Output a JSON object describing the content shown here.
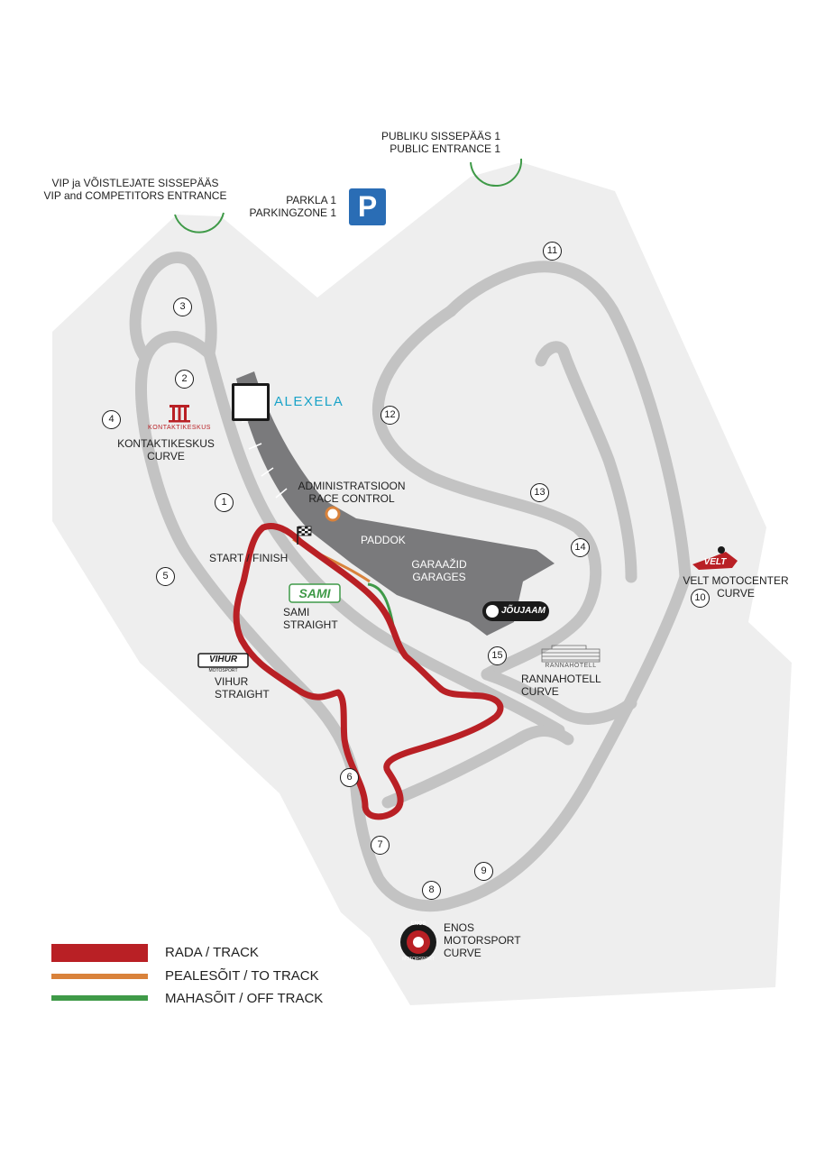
{
  "entrances": {
    "vip_et": "VIP ja VÕISTLEJATE SISSEPÄÄS",
    "vip_en": "VIP and COMPETITORS ENTRANCE",
    "public_et": "PUBLIKU SISSEPÄÄS 1",
    "public_en": "PUBLIC ENTRANCE 1"
  },
  "parking": {
    "label_et": "PARKLA 1",
    "label_en": "PARKINGZONE 1",
    "sign": "P",
    "sign_color": "#2a6db5"
  },
  "fuel": {
    "brand": "ALEXELA",
    "icon": "fuel-pump-icon",
    "brand_color": "#1aa3c8"
  },
  "buildings": {
    "race_control_et": "ADMINISTRATSIOON",
    "race_control_en": "RACE CONTROL",
    "paddock": "PADDOK",
    "garages_et": "GARAAŽID",
    "garages_en": "GARAGES",
    "garage_sponsor": "JÕUJAAM"
  },
  "corners": [
    {
      "id": "1",
      "label": "1"
    },
    {
      "id": "2",
      "label": "2"
    },
    {
      "id": "3",
      "label": "3"
    },
    {
      "id": "4",
      "label": "4"
    },
    {
      "id": "5",
      "label": "5"
    },
    {
      "id": "6",
      "label": "6"
    },
    {
      "id": "7",
      "label": "7"
    },
    {
      "id": "8",
      "label": "8"
    },
    {
      "id": "9",
      "label": "9"
    },
    {
      "id": "10",
      "label": "10"
    },
    {
      "id": "11",
      "label": "11"
    },
    {
      "id": "12",
      "label": "12"
    },
    {
      "id": "13",
      "label": "13"
    },
    {
      "id": "14",
      "label": "14"
    },
    {
      "id": "15",
      "label": "15"
    }
  ],
  "named_sections": {
    "kontaktikeskus_logo": "KONTAKTIKESKUS",
    "kontaktikeskus_1": "KONTAKTIKESKUS",
    "kontaktikeskus_2": "CURVE",
    "start_finish": "START / FINISH",
    "sami_logo": "SAMI",
    "sami_1": "SAMI",
    "sami_2": "STRAIGHT",
    "vihur_logo": "VIHUR",
    "vihur_logo_sub": "MOTOSPORT",
    "vihur_1": "VIHUR",
    "vihur_2": "STRAIGHT",
    "rannahotell_logo": "RANNAHOTELL",
    "rannahotell_1": "RANNAHOTELL",
    "rannahotell_2": "CURVE",
    "velt_logo": "VELT",
    "velt_1": "VELT MOTOCENTER",
    "velt_2": "CURVE",
    "enos_logo": "ENOS",
    "enos_logo_sub": "MOTORSPORT",
    "enos_1": "ENOS",
    "enos_2": "MOTORSPORT",
    "enos_3": "CURVE"
  },
  "legend": [
    {
      "label": "RADA / TRACK",
      "color": "#b92025"
    },
    {
      "label": "PEALESÕIT / TO TRACK",
      "color": "#d9823b"
    },
    {
      "label": "MAHASÕIT / OFF TRACK",
      "color": "#3f9a48"
    }
  ],
  "colors": {
    "ground": "#eeeeee",
    "road": "#c3c3c3",
    "paddock": "#7a7a7c",
    "entrance_arc": "#3f9a48",
    "race_control_marker": "#d9823b"
  }
}
